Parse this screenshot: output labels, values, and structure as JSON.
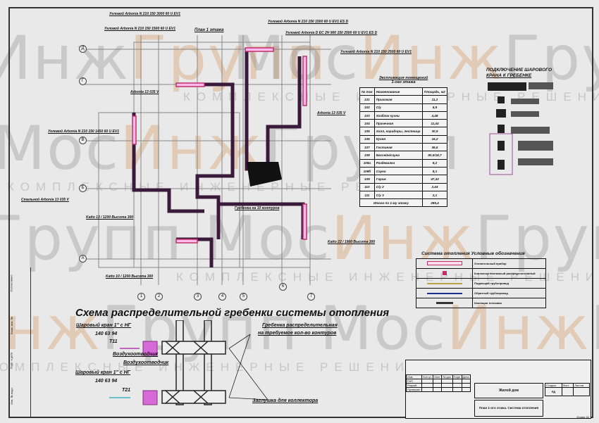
{
  "watermark": {
    "brand_a": "Мос",
    "brand_b": "Инж",
    "brand_c": "Групп",
    "tagline": "КОМПЛЕКСНЫЕ ИНЖЕНЕРНЫЕ РЕШЕНИЯ"
  },
  "plan": {
    "title": "План 1 этажа",
    "axes_rows": [
      "Д",
      "Г",
      "В",
      "Б",
      "А"
    ],
    "axes_cols": [
      "1",
      "2",
      "3",
      "4",
      "5",
      "6",
      "7"
    ],
    "radiators": [
      "Угловой Arbonia N 210 150 3000 60 U EV1",
      "Угловой Arbonia N 210 150 1500 60 U EV1",
      "Угловой Arbonia N 210 150 1500 60 U EV1 ES D",
      "Угловой Arbonia D EC 2H 900 150 2500 60 U EV1 ES D",
      "Угловой Arbonia N 210 150 2500 60 U EV1",
      "Arbonia 13 035 V",
      "Arbonia 13 035 V",
      "Угловой Arbonia N 210 150 1450 60 U EV1",
      "Стальной Arbonia 13 035 V",
      "Katto 13 / 1200 Высота 300",
      "Katto 22 / 1900 Высота 300",
      "Katto 10 / 1200 Высота 300"
    ],
    "notes": [
      "Гребенка на 10 контуров"
    ]
  },
  "explication": {
    "title": "Экспликация помещений",
    "subtitle": "1-ого этажа",
    "headers": [
      "№ пом",
      "Наименование",
      "Площадь, м2"
    ],
    "rows": [
      [
        "101",
        "Прихожая",
        "11,2"
      ],
      [
        "102",
        "С/у",
        "6,9"
      ],
      [
        "103",
        "Хозблок кухни",
        "4,48"
      ],
      [
        "104",
        "Прачечная",
        "11,44"
      ],
      [
        "105",
        "Холл, коридоры, лестница",
        "30,9"
      ],
      [
        "106",
        "Кухня",
        "16,2"
      ],
      [
        "107",
        "Гостиная",
        "36,5"
      ],
      [
        "108",
        "Бассейн/сауна",
        "80,5/18,7"
      ],
      [
        "108а",
        "Раздевалка",
        "8,2"
      ],
      [
        "108б",
        "Сауна",
        "8,1"
      ],
      [
        "109",
        "Гараж",
        "47,43"
      ],
      [
        "110",
        "С/у 2",
        "2,44"
      ],
      [
        "111",
        "С/у 3",
        "2,1"
      ]
    ],
    "total_label": "Итого по 1-му этажу",
    "total_value": "285,4"
  },
  "connection": {
    "title": "ПОДКЛЮЧЕНИЕ ШАРОВОГО",
    "title2": "КРАНА К ГРЕБЕНКЕ"
  },
  "legend": {
    "title": "Система отопления   Условные обозначения",
    "items": [
      "Отопительный прибор",
      "Коллектор поэтажный распределительный",
      "Подающий трубопровод",
      "Обратный трубопровод",
      "Изоляция тепловая"
    ],
    "colors": [
      "#c0306a",
      "#c0306a",
      "#b9a24a",
      "#1a2f8a",
      "#333333"
    ]
  },
  "manifold": {
    "title": "Схема распределительной гребенки системы отопления",
    "valve1": "Шаровый кран 1\" с НГ",
    "code1": "140 63 94",
    "t11": "Т11",
    "valve2": "Шаровый кран 1\" с НГ",
    "code2": "140 63 94",
    "t21": "Т21",
    "air1": "Воздухоотводчик",
    "air2": "Воздухоотводчик",
    "comb1": "Гребенка распределительная",
    "comb2": "на требуемое кол-во контуров",
    "plug": "Заглушка для коллектора"
  },
  "titleblock": {
    "cols": [
      "Изм",
      "Кол.уч",
      "Лист",
      "№ док",
      "Подп",
      "Дата"
    ],
    "roles": [
      "ГИП",
      "Разраб.",
      "Проверил"
    ],
    "object": "Жилой дом",
    "sheet_title": "План 1-ого этажа. Система отопления",
    "stage_h": "Стадия",
    "sheet_h": "Лист",
    "sheets_h": "Листов",
    "stage": "РД",
    "format": "Формат А3"
  },
  "stamp": [
    "Инв. № подл.",
    "Подп. и дата",
    "Взам. инв. №",
    "Согласовано"
  ]
}
